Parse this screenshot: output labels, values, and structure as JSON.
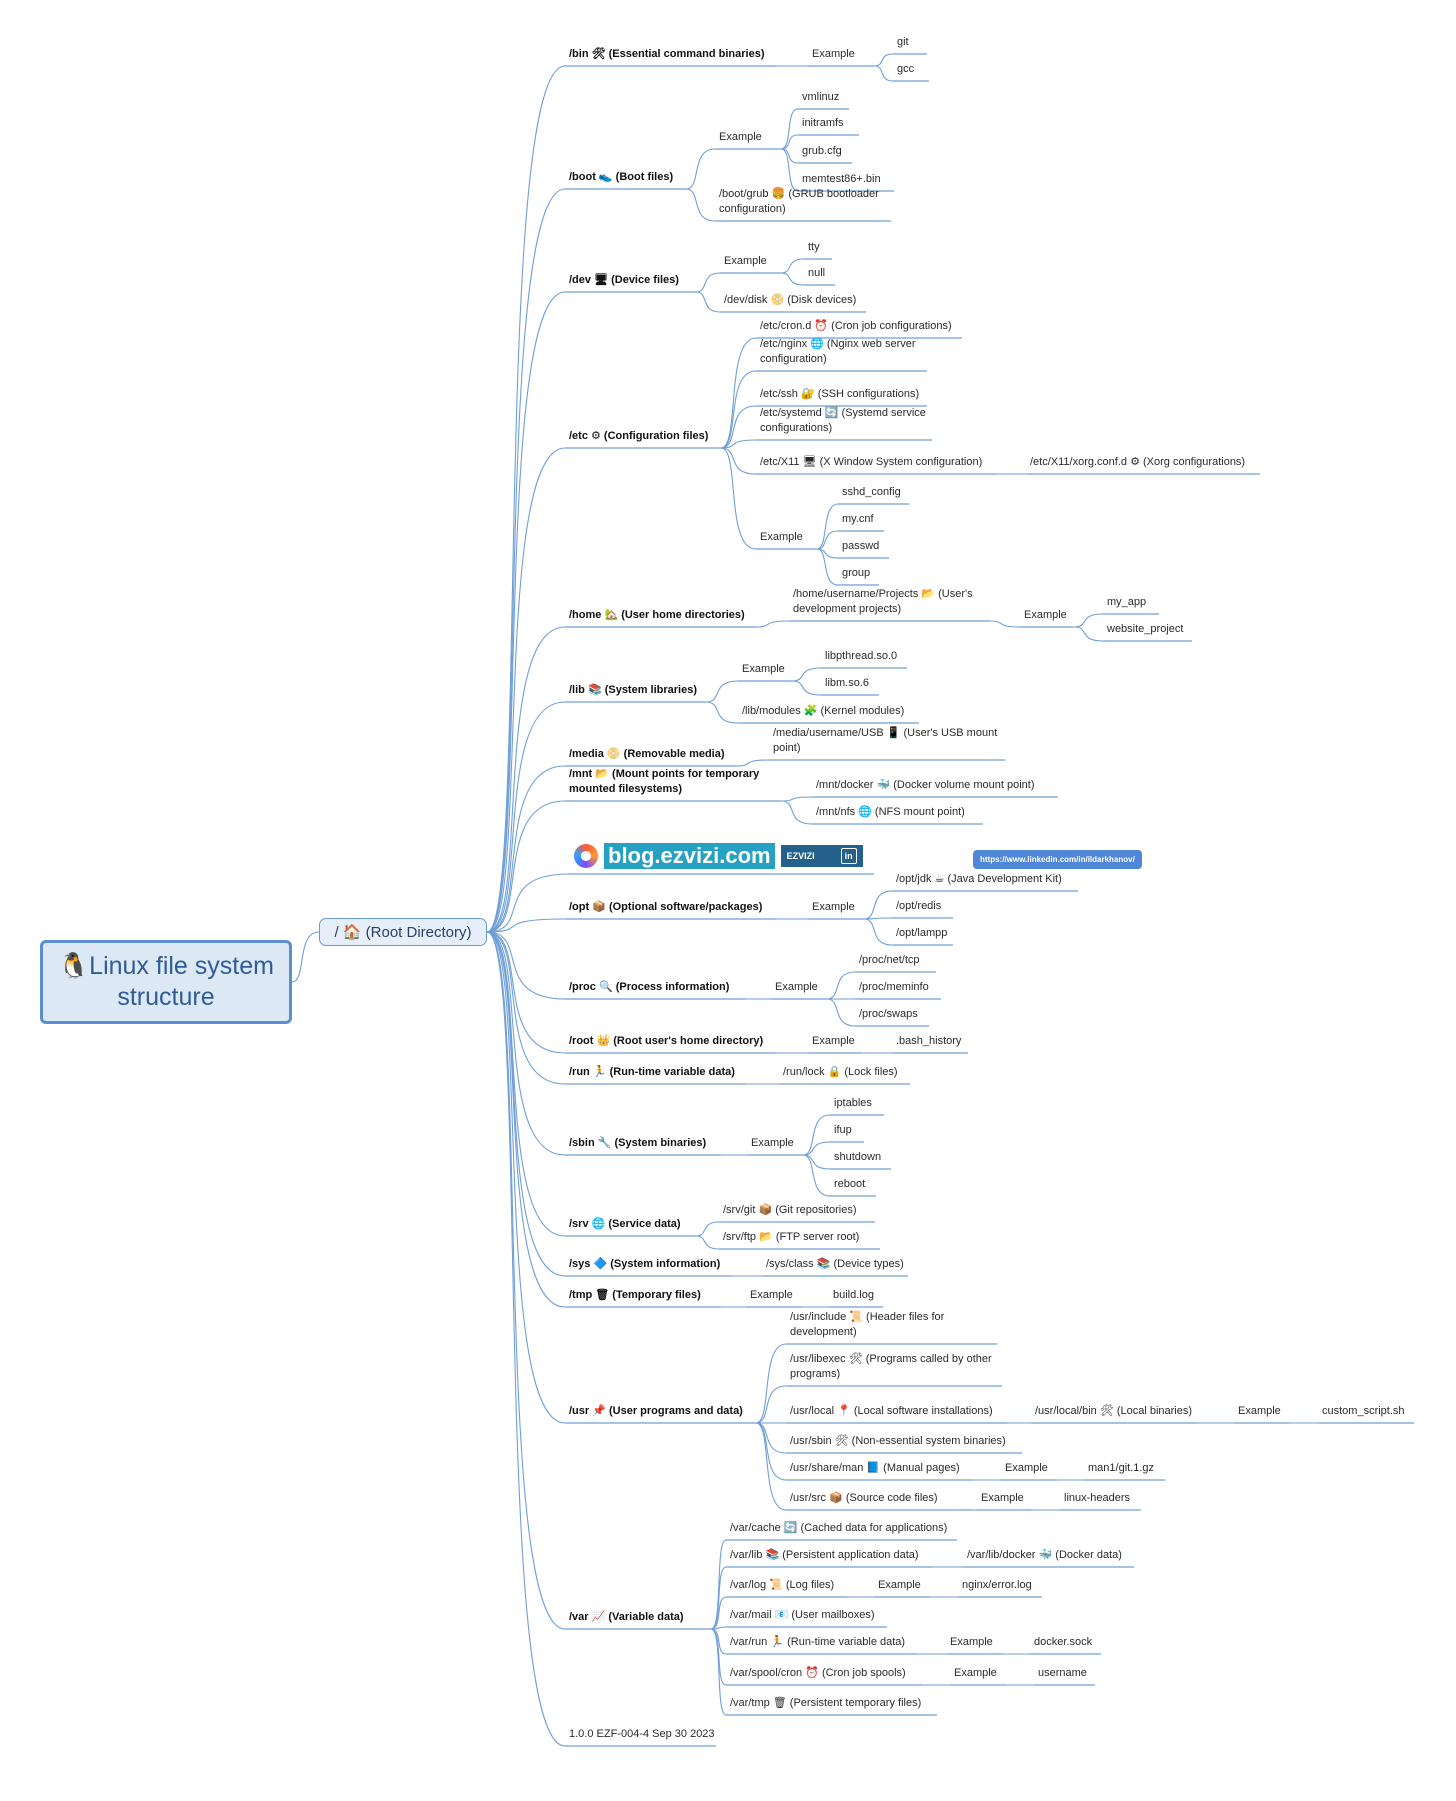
{
  "title": "🐧Linux file system structure",
  "root_dir": "/ 🏠 (Root Directory)",
  "branding": {
    "blog": "blog.ezvizi.com",
    "badge": "EZVIZI",
    "badge_icon": "in",
    "linkedin": "https://www.linkedin.com/in/ildarkhanov/"
  },
  "accent": {
    "wire": "#6f9fd8",
    "root_border": "#5b8fd1",
    "root_fill": "#dde8f5",
    "blog_bg": "#27a1c1",
    "badge_bg": "#24608a",
    "linkedin_bg": "#4f87d8"
  },
  "nodes": [
    {
      "id": "bin",
      "text": "/bin 🛠 (Essential command binaries)",
      "bold": true
    },
    {
      "id": "bin_ex",
      "text": "Example"
    },
    {
      "id": "git",
      "text": "git"
    },
    {
      "id": "gcc",
      "text": "gcc"
    },
    {
      "id": "boot",
      "text": "/boot 👟 (Boot files)",
      "bold": true
    },
    {
      "id": "boot_ex",
      "text": "Example"
    },
    {
      "id": "vmlinuz",
      "text": "vmlinuz"
    },
    {
      "id": "initramfs",
      "text": "initramfs"
    },
    {
      "id": "grubcfg",
      "text": "grub.cfg"
    },
    {
      "id": "memtest",
      "text": "memtest86+.bin"
    },
    {
      "id": "bootgrub",
      "text": "/boot/grub 🍔 (GRUB bootloader configuration)"
    },
    {
      "id": "dev",
      "text": "/dev 🖥 (Device files)",
      "bold": true
    },
    {
      "id": "dev_ex",
      "text": "Example"
    },
    {
      "id": "tty",
      "text": "tty"
    },
    {
      "id": "null",
      "text": "null"
    },
    {
      "id": "devdisk",
      "text": "/dev/disk 📀 (Disk devices)"
    },
    {
      "id": "etc",
      "text": "/etc ⚙ (Configuration files)",
      "bold": true
    },
    {
      "id": "cron",
      "text": "/etc/cron.d ⏰ (Cron job configurations)"
    },
    {
      "id": "nginx",
      "text": "/etc/nginx 🌐 (Nginx web server configuration)"
    },
    {
      "id": "ssh",
      "text": "/etc/ssh 🔐 (SSH configurations)"
    },
    {
      "id": "systemd",
      "text": "/etc/systemd 🔄 (Systemd service configurations)"
    },
    {
      "id": "x11",
      "text": "/etc/X11 🖥 (X Window System configuration)"
    },
    {
      "id": "xorg",
      "text": "/etc/X11/xorg.conf.d ⚙ (Xorg configurations)"
    },
    {
      "id": "etc_ex",
      "text": "Example"
    },
    {
      "id": "sshd",
      "text": "sshd_config"
    },
    {
      "id": "mycnf",
      "text": "my.cnf"
    },
    {
      "id": "passwd",
      "text": "passwd"
    },
    {
      "id": "group",
      "text": "group"
    },
    {
      "id": "home",
      "text": "/home 🏡 (User home directories)",
      "bold": true
    },
    {
      "id": "projects",
      "text": "/home/username/Projects 📂 (User's development projects)"
    },
    {
      "id": "home_ex",
      "text": "Example"
    },
    {
      "id": "myapp",
      "text": "my_app"
    },
    {
      "id": "website",
      "text": "website_project"
    },
    {
      "id": "lib",
      "text": "/lib 📚 (System libraries)",
      "bold": true
    },
    {
      "id": "lib_ex",
      "text": "Example"
    },
    {
      "id": "libpthread",
      "text": "libpthread.so.0"
    },
    {
      "id": "libm",
      "text": "libm.so.6"
    },
    {
      "id": "libmodules",
      "text": "/lib/modules 🧩 (Kernel modules)"
    },
    {
      "id": "media",
      "text": "/media 📀 (Removable media)",
      "bold": true
    },
    {
      "id": "usb",
      "text": "/media/username/USB 📱 (User's USB mount point)"
    },
    {
      "id": "mnt",
      "text": "/mnt 📂 (Mount points for temporary mounted filesystems)",
      "bold": true
    },
    {
      "id": "docker",
      "text": "/mnt/docker 🐳 (Docker volume mount point)"
    },
    {
      "id": "nfs",
      "text": "/mnt/nfs 🌐 (NFS mount point)"
    },
    {
      "id": "opt",
      "text": "/opt 📦 (Optional software/packages)",
      "bold": true
    },
    {
      "id": "opt_ex",
      "text": "Example"
    },
    {
      "id": "jdk",
      "text": "/opt/jdk ☕ (Java Development Kit)"
    },
    {
      "id": "redis",
      "text": "/opt/redis"
    },
    {
      "id": "lampp",
      "text": "/opt/lampp"
    },
    {
      "id": "proc",
      "text": "/proc 🔍 (Process information)",
      "bold": true
    },
    {
      "id": "proc_ex",
      "text": "Example"
    },
    {
      "id": "nettcp",
      "text": "/proc/net/tcp"
    },
    {
      "id": "meminfo",
      "text": "/proc/meminfo"
    },
    {
      "id": "swaps",
      "text": "/proc/swaps"
    },
    {
      "id": "rootd",
      "text": "/root 👑 (Root user's home directory)",
      "bold": true
    },
    {
      "id": "root_ex",
      "text": "Example"
    },
    {
      "id": "bash",
      "text": ".bash_history"
    },
    {
      "id": "run",
      "text": "/run 🏃 (Run-time variable data)",
      "bold": true
    },
    {
      "id": "runlock",
      "text": "/run/lock 🔒 (Lock files)"
    },
    {
      "id": "sbin",
      "text": "/sbin 🔧 (System binaries)",
      "bold": true
    },
    {
      "id": "sbin_ex",
      "text": "Example"
    },
    {
      "id": "iptables",
      "text": "iptables"
    },
    {
      "id": "ifup",
      "text": "ifup"
    },
    {
      "id": "shutdown",
      "text": "shutdown"
    },
    {
      "id": "reboot",
      "text": "reboot"
    },
    {
      "id": "srv",
      "text": "/srv 🌐 (Service data)",
      "bold": true
    },
    {
      "id": "srvgit",
      "text": "/srv/git 📦 (Git repositories)"
    },
    {
      "id": "srvftp",
      "text": "/srv/ftp 📂 (FTP server root)"
    },
    {
      "id": "sys",
      "text": "/sys 🔷 (System information)",
      "bold": true
    },
    {
      "id": "sysclass",
      "text": "/sys/class 📚 (Device types)"
    },
    {
      "id": "tmp",
      "text": "/tmp 🗑 (Temporary files)",
      "bold": true
    },
    {
      "id": "tmp_ex",
      "text": "Example"
    },
    {
      "id": "buildlog",
      "text": "build.log"
    },
    {
      "id": "usr",
      "text": "/usr 📌 (User programs and data)",
      "bold": true
    },
    {
      "id": "include",
      "text": "/usr/include 📜 (Header files for development)"
    },
    {
      "id": "libexec",
      "text": "/usr/libexec 🛠 (Programs called by other programs)"
    },
    {
      "id": "local",
      "text": "/usr/local 📍 (Local software installations)"
    },
    {
      "id": "localbin",
      "text": "/usr/local/bin 🛠 (Local binaries)"
    },
    {
      "id": "local_ex",
      "text": "Example"
    },
    {
      "id": "custom",
      "text": "custom_script.sh"
    },
    {
      "id": "usrsbin",
      "text": "/usr/sbin 🛠 (Non-essential system binaries)"
    },
    {
      "id": "man",
      "text": "/usr/share/man 📘 (Manual pages)"
    },
    {
      "id": "man_ex",
      "text": "Example"
    },
    {
      "id": "gitgz",
      "text": "man1/git.1.gz"
    },
    {
      "id": "src",
      "text": "/usr/src 📦 (Source code files)"
    },
    {
      "id": "src_ex",
      "text": "Example"
    },
    {
      "id": "headers",
      "text": "linux-headers"
    },
    {
      "id": "var",
      "text": "/var 📈 (Variable data)",
      "bold": true
    },
    {
      "id": "cache",
      "text": "/var/cache 🔄 (Cached data for applications)"
    },
    {
      "id": "varlib",
      "text": "/var/lib 📚 (Persistent application data)"
    },
    {
      "id": "varlibdocker",
      "text": "/var/lib/docker 🐳 (Docker data)"
    },
    {
      "id": "varlog",
      "text": "/var/log 📜 (Log files)"
    },
    {
      "id": "log_ex",
      "text": "Example"
    },
    {
      "id": "errorlog",
      "text": "nginx/error.log"
    },
    {
      "id": "varmail",
      "text": "/var/mail 📧 (User mailboxes)"
    },
    {
      "id": "varrun",
      "text": "/var/run 🏃 (Run-time variable data)"
    },
    {
      "id": "varrun_ex",
      "text": "Example"
    },
    {
      "id": "dockersock",
      "text": "docker.sock"
    },
    {
      "id": "spool",
      "text": "/var/spool/cron ⏰ (Cron job spools)"
    },
    {
      "id": "spool_ex",
      "text": "Example"
    },
    {
      "id": "username",
      "text": "username"
    },
    {
      "id": "vartmp",
      "text": "/var/tmp 🗑 (Persistent temporary files)"
    },
    {
      "id": "version",
      "text": "1.0.0 EZF-004-4 Sep 30 2023"
    }
  ]
}
